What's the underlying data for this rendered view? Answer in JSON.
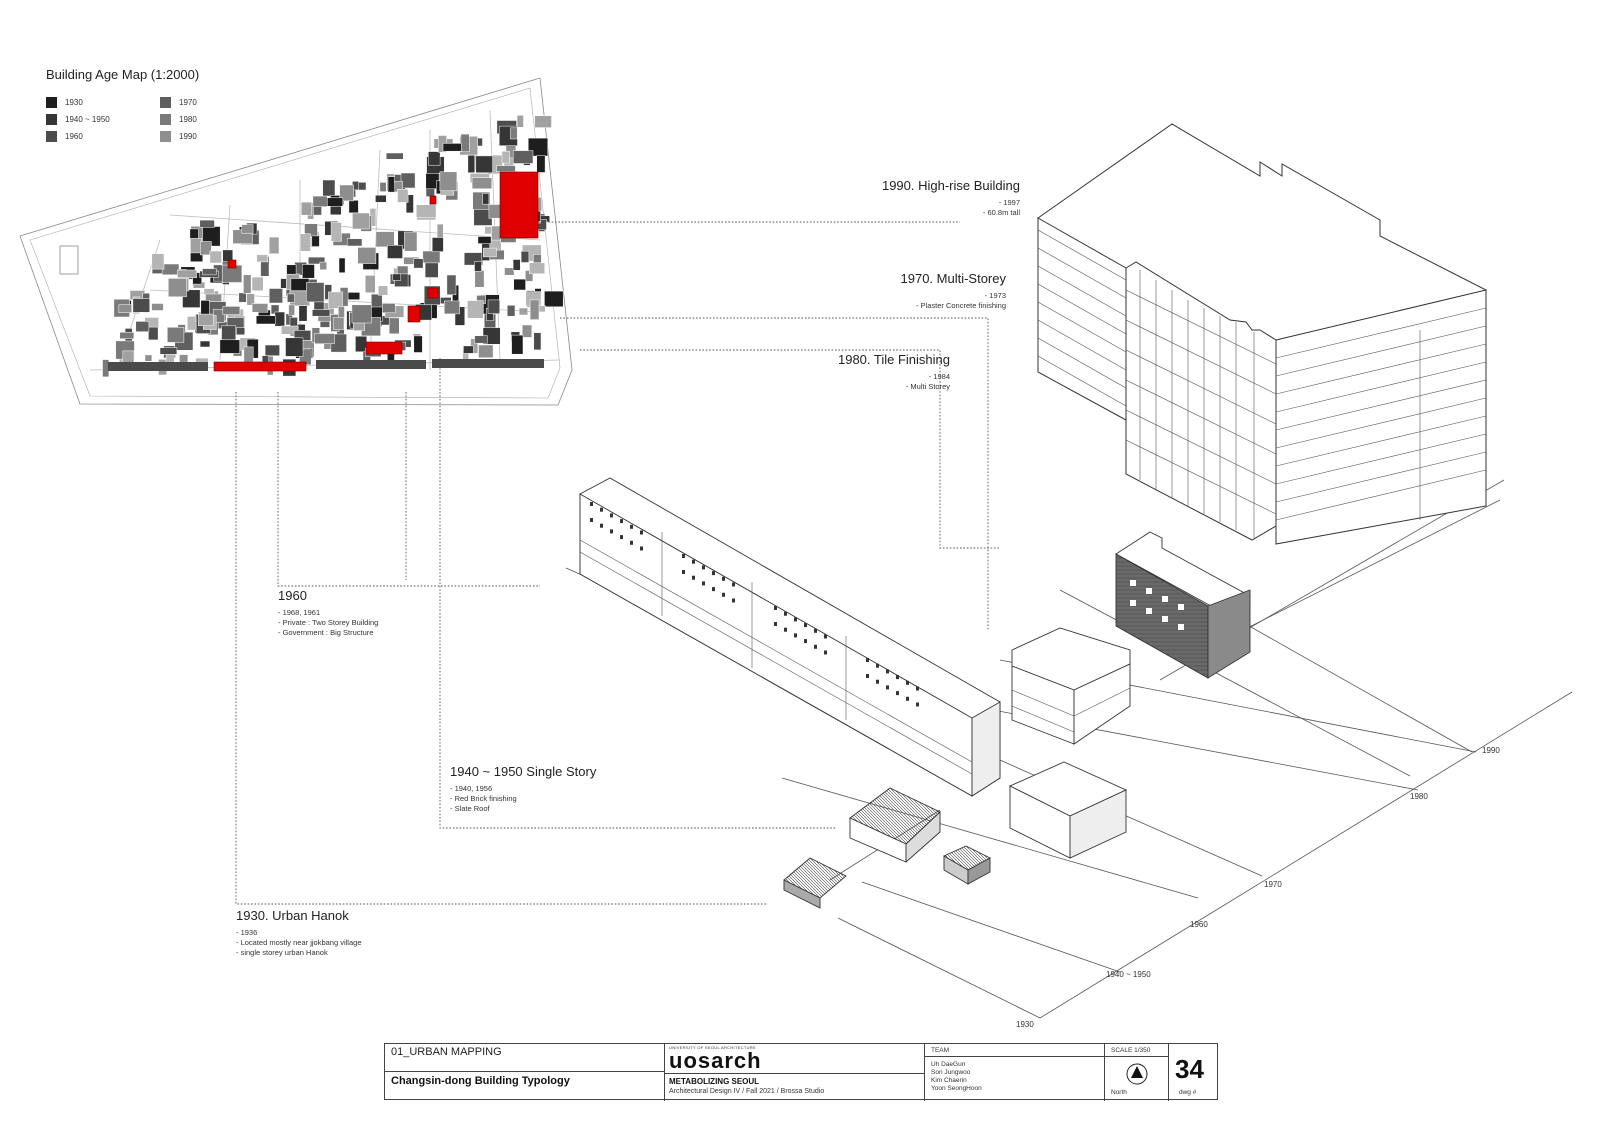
{
  "map": {
    "title": "Building Age Map (1:2000)",
    "legend": [
      {
        "label": "1930",
        "color": "#1e1e1e"
      },
      {
        "label": "1940 ~ 1950",
        "color": "#363636"
      },
      {
        "label": "1960",
        "color": "#4c4c4c"
      },
      {
        "label": "1970",
        "color": "#5f5f5f"
      },
      {
        "label": "1980",
        "color": "#7a7a7a"
      },
      {
        "label": "1990",
        "color": "#8e8e8e"
      }
    ],
    "highlight_color": "#e00000"
  },
  "labels": {
    "l1990": {
      "title": "1990. High-rise Building",
      "notes": [
        "- 1997",
        "- 60.8m tall"
      ]
    },
    "l1970": {
      "title": "1970. Multi-Storey",
      "notes": [
        "- 1973",
        "- Plaster Concrete finishing"
      ]
    },
    "l1980": {
      "title": "1980. Tile Finishing",
      "notes": [
        "- 1984",
        "- Multi Storey"
      ]
    },
    "l1960": {
      "title": "1960",
      "notes": [
        "- 1968, 1961",
        "- Private : Two Storey Building",
        "- Government : Big Structure"
      ]
    },
    "l1940": {
      "title": "1940 ~ 1950 Single Story",
      "notes": [
        "- 1940, 1956",
        "- Red Brick finishing",
        "- Slate Roof"
      ]
    },
    "l1930": {
      "title": "1930. Urban Hanok",
      "notes": [
        "- 1936",
        "- Located mostly near jjokbang village",
        "- single storey urban Hanok"
      ]
    }
  },
  "axis": {
    "a1990": "1990",
    "a1980": "1980",
    "a1970": "1970",
    "a1960": "1960",
    "a1940": "1940 ~ 1950",
    "a1930": "1930"
  },
  "titleblock": {
    "section": "01_URBAN MAPPING",
    "drawing_title": "Changsin-dong Building Typology",
    "school_small": "UNIVERSITY OF SEOUL ARCHITECTURE",
    "brand": "uosarch",
    "project": "METABOLIZING SEOUL",
    "course": "Architectural Design IV / Fall 2021 / Brossa Studio",
    "team_label": "TEAM",
    "team": [
      "Uh DaeGun",
      "Son Jungwoo",
      "Kim Chaerin",
      "Yoon SeongHoon"
    ],
    "scale": "SCALE 1/350",
    "north": "North",
    "dwg_number": "34",
    "dwg_label": "dwg #"
  }
}
